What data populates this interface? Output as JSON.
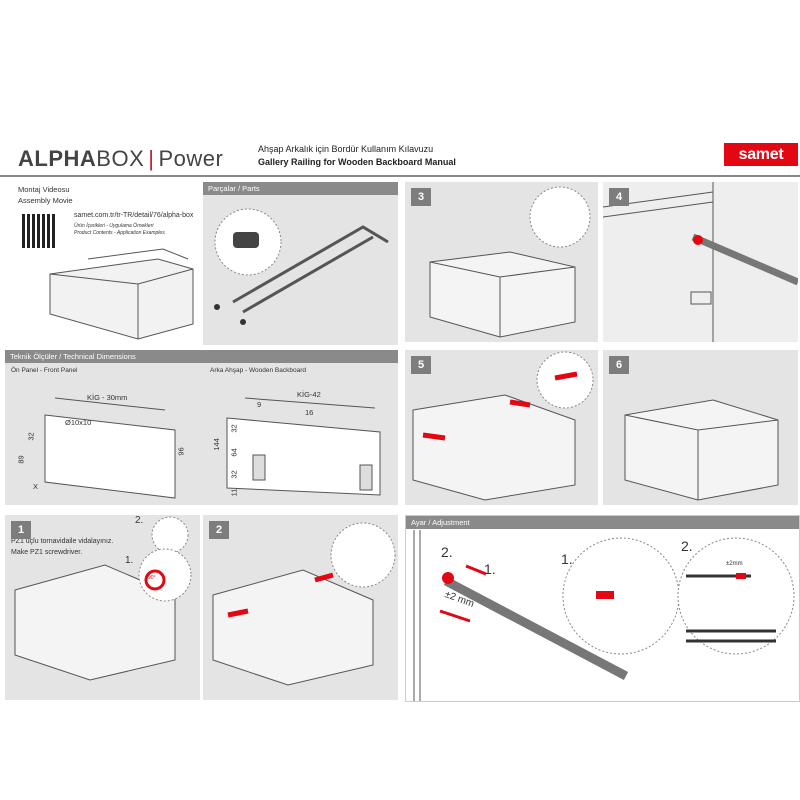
{
  "header": {
    "brand_bold": "ALPHA",
    "brand_light": "BOX",
    "brand_separator": "|",
    "brand_product": "Power",
    "title_tr": "Ahşap Arkalık için Bordür Kullanım Kılavuzu",
    "title_en": "Gallery Railing for Wooden Backboard Manual",
    "logo": "samet"
  },
  "video": {
    "label_tr": "Montaj Videosu",
    "label_en": "Assembly Movie",
    "url": "samet.com.tr/tr-TR/detail/76/alpha-box",
    "sub_tr": "Ürün İçerikleri - Uygulama Örnekleri",
    "sub_en": "Product Contents - Application Examples"
  },
  "parts": {
    "title": "Parçalar / Parts"
  },
  "steps": {
    "s3": "3",
    "s4": "4",
    "s5": "5",
    "s6": "6",
    "s1": "1",
    "s2": "2"
  },
  "tech": {
    "title": "Teknik Ölçüler / Technical Dimensions",
    "front_label": "Ön Panel - Front Panel",
    "back_label": "Arka Ahşap - Wooden Backboard",
    "front": {
      "width": "KİG - 30mm",
      "hole": "Ø10x10",
      "d32": "32",
      "d89": "89",
      "d96": "96",
      "x": "X"
    },
    "back": {
      "width": "KİG-42",
      "d9": "9",
      "d16": "16",
      "d144": "144",
      "d32a": "32",
      "d64": "64",
      "d32b": "32",
      "d11": "11"
    }
  },
  "step1": {
    "text_tr": "PZ1 uçlu tornavidaile vidalayınız.",
    "text_en": "Make PZ1 screwdriver.",
    "callout1": "1.",
    "callout2": "2.",
    "angle": "90°"
  },
  "adjust": {
    "title": "Ayar / Adjustment",
    "c2a": "2.",
    "c1a": "1.",
    "pm_a": "±2 mm",
    "c1b": "1.",
    "c2b": "2.",
    "pm_b": "±2mm"
  },
  "colors": {
    "accent": "#e30613",
    "panel": "#e4e4e4",
    "header": "#8a8a8a"
  }
}
